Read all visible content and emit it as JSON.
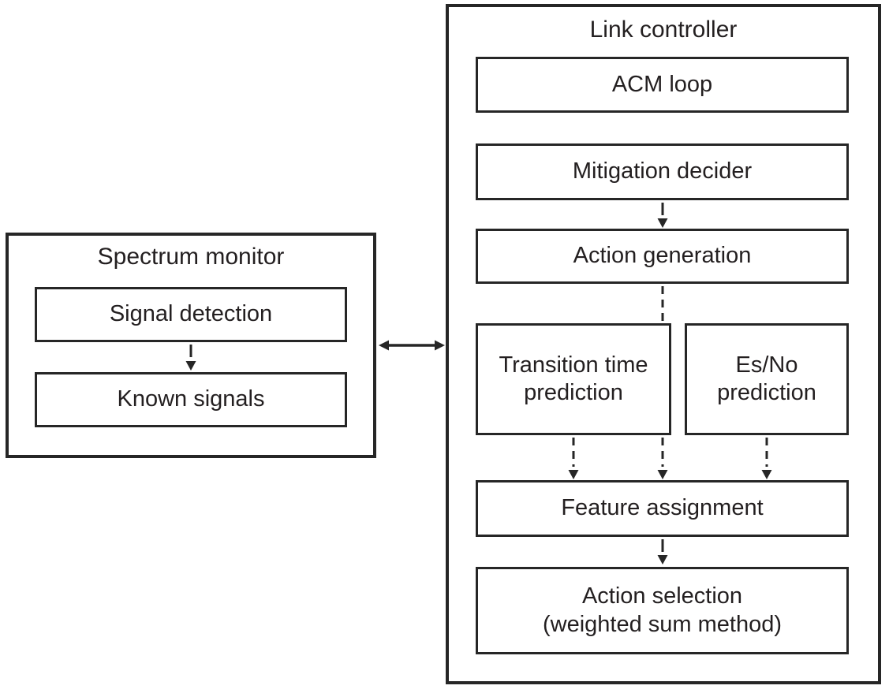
{
  "colors": {
    "line": "#262626",
    "text": "#231f20",
    "background": "#ffffff"
  },
  "spectrum_monitor": {
    "title": "Spectrum monitor",
    "boxes": {
      "signal_detection": "Signal detection",
      "known_signals": "Known signals"
    }
  },
  "link_controller": {
    "title": "Link controller",
    "boxes": {
      "acm_loop": "ACM loop",
      "mitigation_decider": "Mitigation decider",
      "action_generation": "Action generation",
      "transition_time_prediction": "Transition time\nprediction",
      "esno_prediction": "Es/No\nprediction",
      "feature_assignment": "Feature assignment",
      "action_selection": "Action selection\n(weighted sum method)"
    }
  },
  "connections": [
    {
      "from": "signal-detection",
      "to": "known-signals",
      "style": "solid",
      "direction": "down"
    },
    {
      "from": "spectrum-monitor",
      "to": "link-controller",
      "style": "solid",
      "direction": "both"
    },
    {
      "from": "mitigation-decider",
      "to": "action-generation",
      "style": "solid",
      "direction": "down"
    },
    {
      "from": "action-generation",
      "to": "feature-assignment",
      "style": "dashed",
      "direction": "down"
    },
    {
      "from": "transition-time-prediction",
      "to": "feature-assignment",
      "style": "dashed",
      "direction": "down"
    },
    {
      "from": "esno-prediction",
      "to": "feature-assignment",
      "style": "dashed",
      "direction": "down"
    },
    {
      "from": "feature-assignment",
      "to": "action-selection",
      "style": "solid",
      "direction": "down"
    }
  ]
}
